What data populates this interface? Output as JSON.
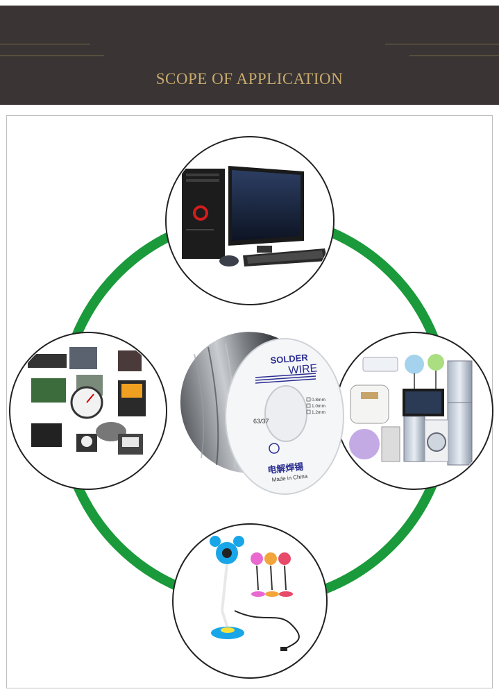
{
  "banner": {
    "title": "SCOPE OF APPLICATION"
  },
  "spool": {
    "brand_line1": "SOLDER",
    "brand_line2": "WIRE",
    "alloy": "63/37",
    "sizes": [
      "0.8mm",
      "1.0mm",
      "1.2mm"
    ],
    "chinese_label": "电解焊锡",
    "origin": "Made in China"
  },
  "colors": {
    "banner_bg": "#3a3534",
    "banner_text": "#c8aa6e",
    "ring": "#1a9a3a",
    "frame_border": "#bdbdbd",
    "spool_label": "#2a2d8f"
  },
  "illustrations": {
    "top": "desktop-computer",
    "left": "electronic-instruments",
    "right": "home-appliances",
    "bottom": "webcams"
  }
}
